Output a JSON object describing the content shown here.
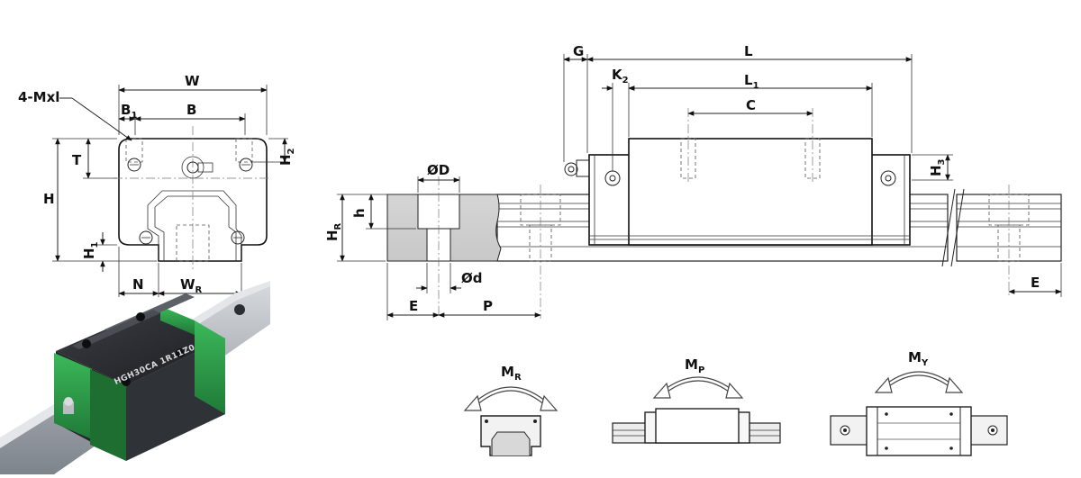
{
  "labels": {
    "mxl": "4-Mxl",
    "W": "W",
    "B1_main": "B",
    "B1_sub": "1",
    "B": "B",
    "T": "T",
    "H2_main": "H",
    "H2_sub": "2",
    "H": "H",
    "H1_main": "H",
    "H1_sub": "1",
    "N": "N",
    "WR_main": "W",
    "WR_sub": "R",
    "G": "G",
    "L": "L",
    "K2_main": "K",
    "K2_sub": "2",
    "L1_main": "L",
    "L1_sub": "1",
    "C": "C",
    "H3_main": "H",
    "H3_sub": "3",
    "OD": "ØD",
    "HR_main": "H",
    "HR_sub": "R",
    "h": "h",
    "Od": "Ød",
    "E_left": "E",
    "P": "P",
    "E_right": "E",
    "MR_main": "M",
    "MR_sub": "R",
    "MP_main": "M",
    "MP_sub": "P",
    "MY_main": "M",
    "MY_sub": "Y"
  },
  "photo": {
    "block_marking": "HGH30CA 1R11Z0",
    "block_color": "#2e9e4a",
    "rail_color": "#a9adb2"
  }
}
